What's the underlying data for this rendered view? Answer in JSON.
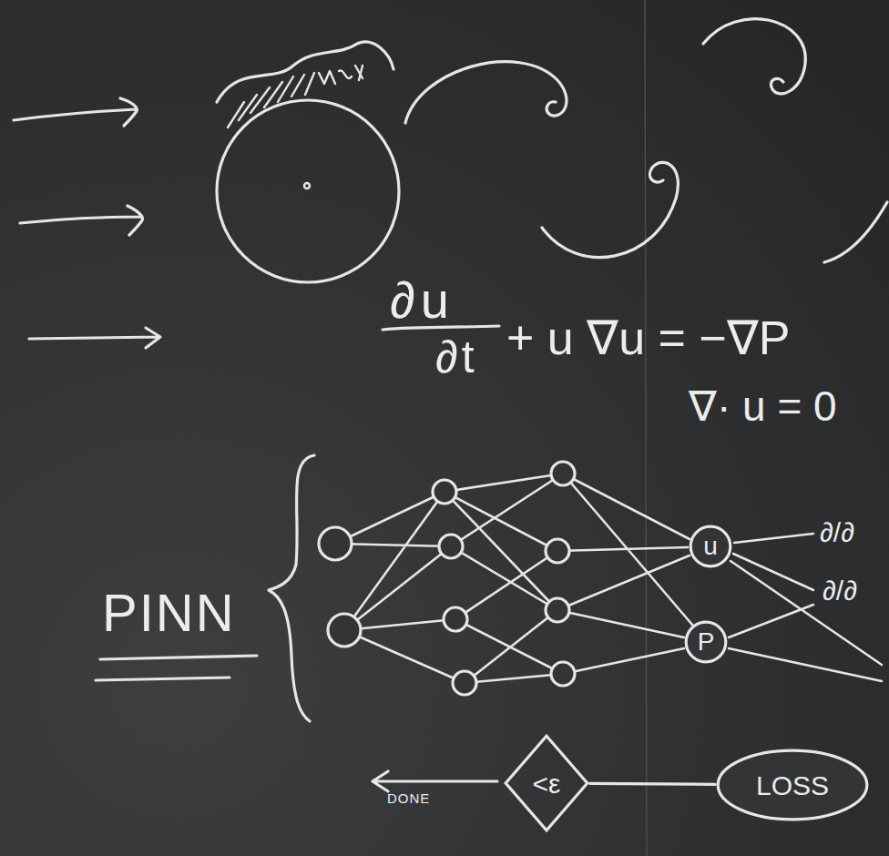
{
  "diagram": {
    "nodes": [
      {
        "text": [
          "u"
        ]
      },
      {
        "text": [
          "P"
        ]
      },
      {
        "text": [
          "<ε"
        ]
      },
      {
        "text": [
          "LOSS"
        ]
      }
    ],
    "edges": [
      {
        "from": 3,
        "to": 2,
        "arrow": "none"
      }
    ],
    "labels": [
      "∂u",
      "∂t",
      "+ u ∇u = −∇P",
      "∇· u = 0",
      "PINN",
      "∂/∂",
      "∂/∂",
      "DONE"
    ]
  }
}
